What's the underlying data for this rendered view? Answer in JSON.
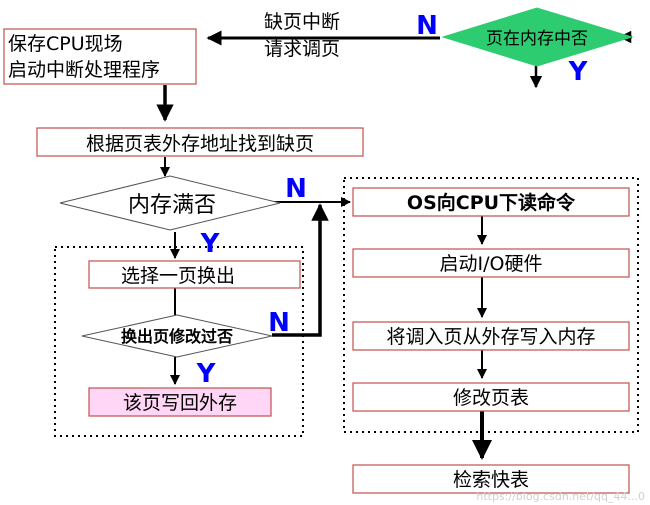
{
  "diagram": {
    "save_cpu": [
      "保存CPU现场",
      "启动中断处理程序"
    ],
    "interrupt_request": [
      "缺页中断",
      "请求调页"
    ],
    "page_in_memory": "页在内存中否",
    "find_page": "根据页表外存地址找到缺页",
    "memory_full": "内存满否",
    "select_swap": "选择一页换出",
    "swap_modified": "换出页修改过否",
    "write_back": "该页写回外存",
    "os_read": "OS向CPU下读命令",
    "start_io": "启动I/O硬件",
    "load_page": "将调入页从外存写入内存",
    "modify_table": "修改页表",
    "search_tlb": "检索快表",
    "n": "N",
    "y": "Y",
    "watermark": "https://blog.csdn.net/qq_44...0"
  },
  "colors": {
    "box_border": "#c0504d",
    "decision_fill": "#2ecc71",
    "highlight_fill": "#ffd6f5",
    "label_blue": "#0000ff"
  }
}
